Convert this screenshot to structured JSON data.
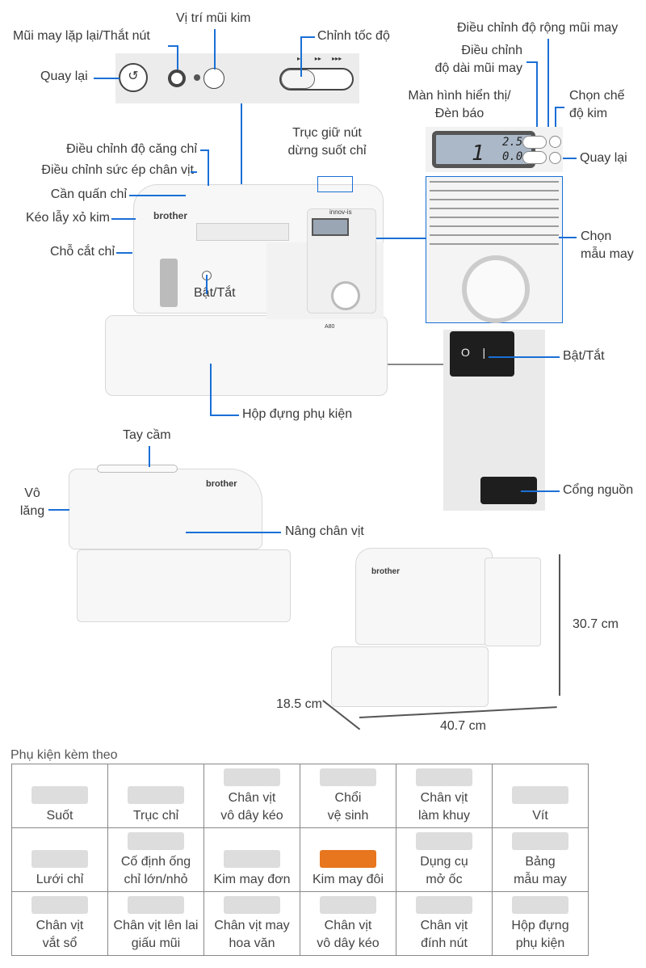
{
  "labels": {
    "reverse_top": "Mũi may lặp lại/Thắt nút",
    "needle_pos": "Vị trí mũi kim",
    "speed": "Chỉnh tốc độ",
    "back_left": "Quay lại",
    "tension": "Điều chỉnh độ căng chỉ",
    "presser": "Điều chỉnh sức ép chân vịt",
    "winder": "Cần quấn chỉ",
    "threader": "Kéo lẫy xỏ kim",
    "cutter": "Chỗ cắt chỉ",
    "power_main": "Bật/Tắt",
    "spool_line1": "Trục giữ nút",
    "spool_line2": "dừng suốt chỉ",
    "case": "Hộp đựng phụ kiện",
    "width": "Điều chỉnh độ rộng mũi may",
    "length_line1": "Điều chỉnh",
    "length_line2": "độ dài mũi may",
    "display_line1": "Màn hình hiển thị/",
    "display_line2": "Đèn báo",
    "needle_mode_line1": "Chọn chế",
    "needle_mode_line2": "độ kim",
    "back_right": "Quay lại",
    "pattern_line1": "Chọn",
    "pattern_line2": "mẫu may",
    "power_switch": "Bật/Tắt",
    "power_port": "Cổng nguồn",
    "handle": "Tay cầm",
    "wheel_line1": "Vô",
    "wheel_line2": "lăng",
    "lifter": "Nâng chân vịt",
    "height": "30.7 cm",
    "depth": "18.5 cm",
    "width_dim": "40.7 cm"
  },
  "machine": {
    "brand": "brother",
    "model": "innov-is",
    "model_code": "A80"
  },
  "lcd": {
    "pattern": "1",
    "length": "2.5",
    "width": "0.0"
  },
  "accessories": {
    "title": "Phụ kiện kèm theo",
    "items": [
      [
        "Suốt"
      ],
      [
        "Trục chỉ"
      ],
      [
        "Chân vịt",
        "vô dây kéo"
      ],
      [
        "Chổi",
        "vệ sinh"
      ],
      [
        "Chân vịt",
        "làm khuy"
      ],
      [
        "Vít"
      ],
      [
        "Lưới chỉ"
      ],
      [
        "Cố định ống",
        "chỉ lớn/nhỏ"
      ],
      [
        "Kim may đơn"
      ],
      [
        "Kim may đôi"
      ],
      [
        "Dụng cụ",
        "mở ốc"
      ],
      [
        "Bảng",
        "mẫu may"
      ],
      [
        "Chân vịt",
        "vắt sổ"
      ],
      [
        "Chân vịt lên lai",
        "giấu mũi"
      ],
      [
        "Chân vịt may",
        "hoa văn"
      ],
      [
        "Chân vịt",
        "vô dây kéo"
      ],
      [
        "Chân vịt",
        "đính nút"
      ],
      [
        "Hộp đựng",
        "phụ kiện"
      ]
    ]
  }
}
